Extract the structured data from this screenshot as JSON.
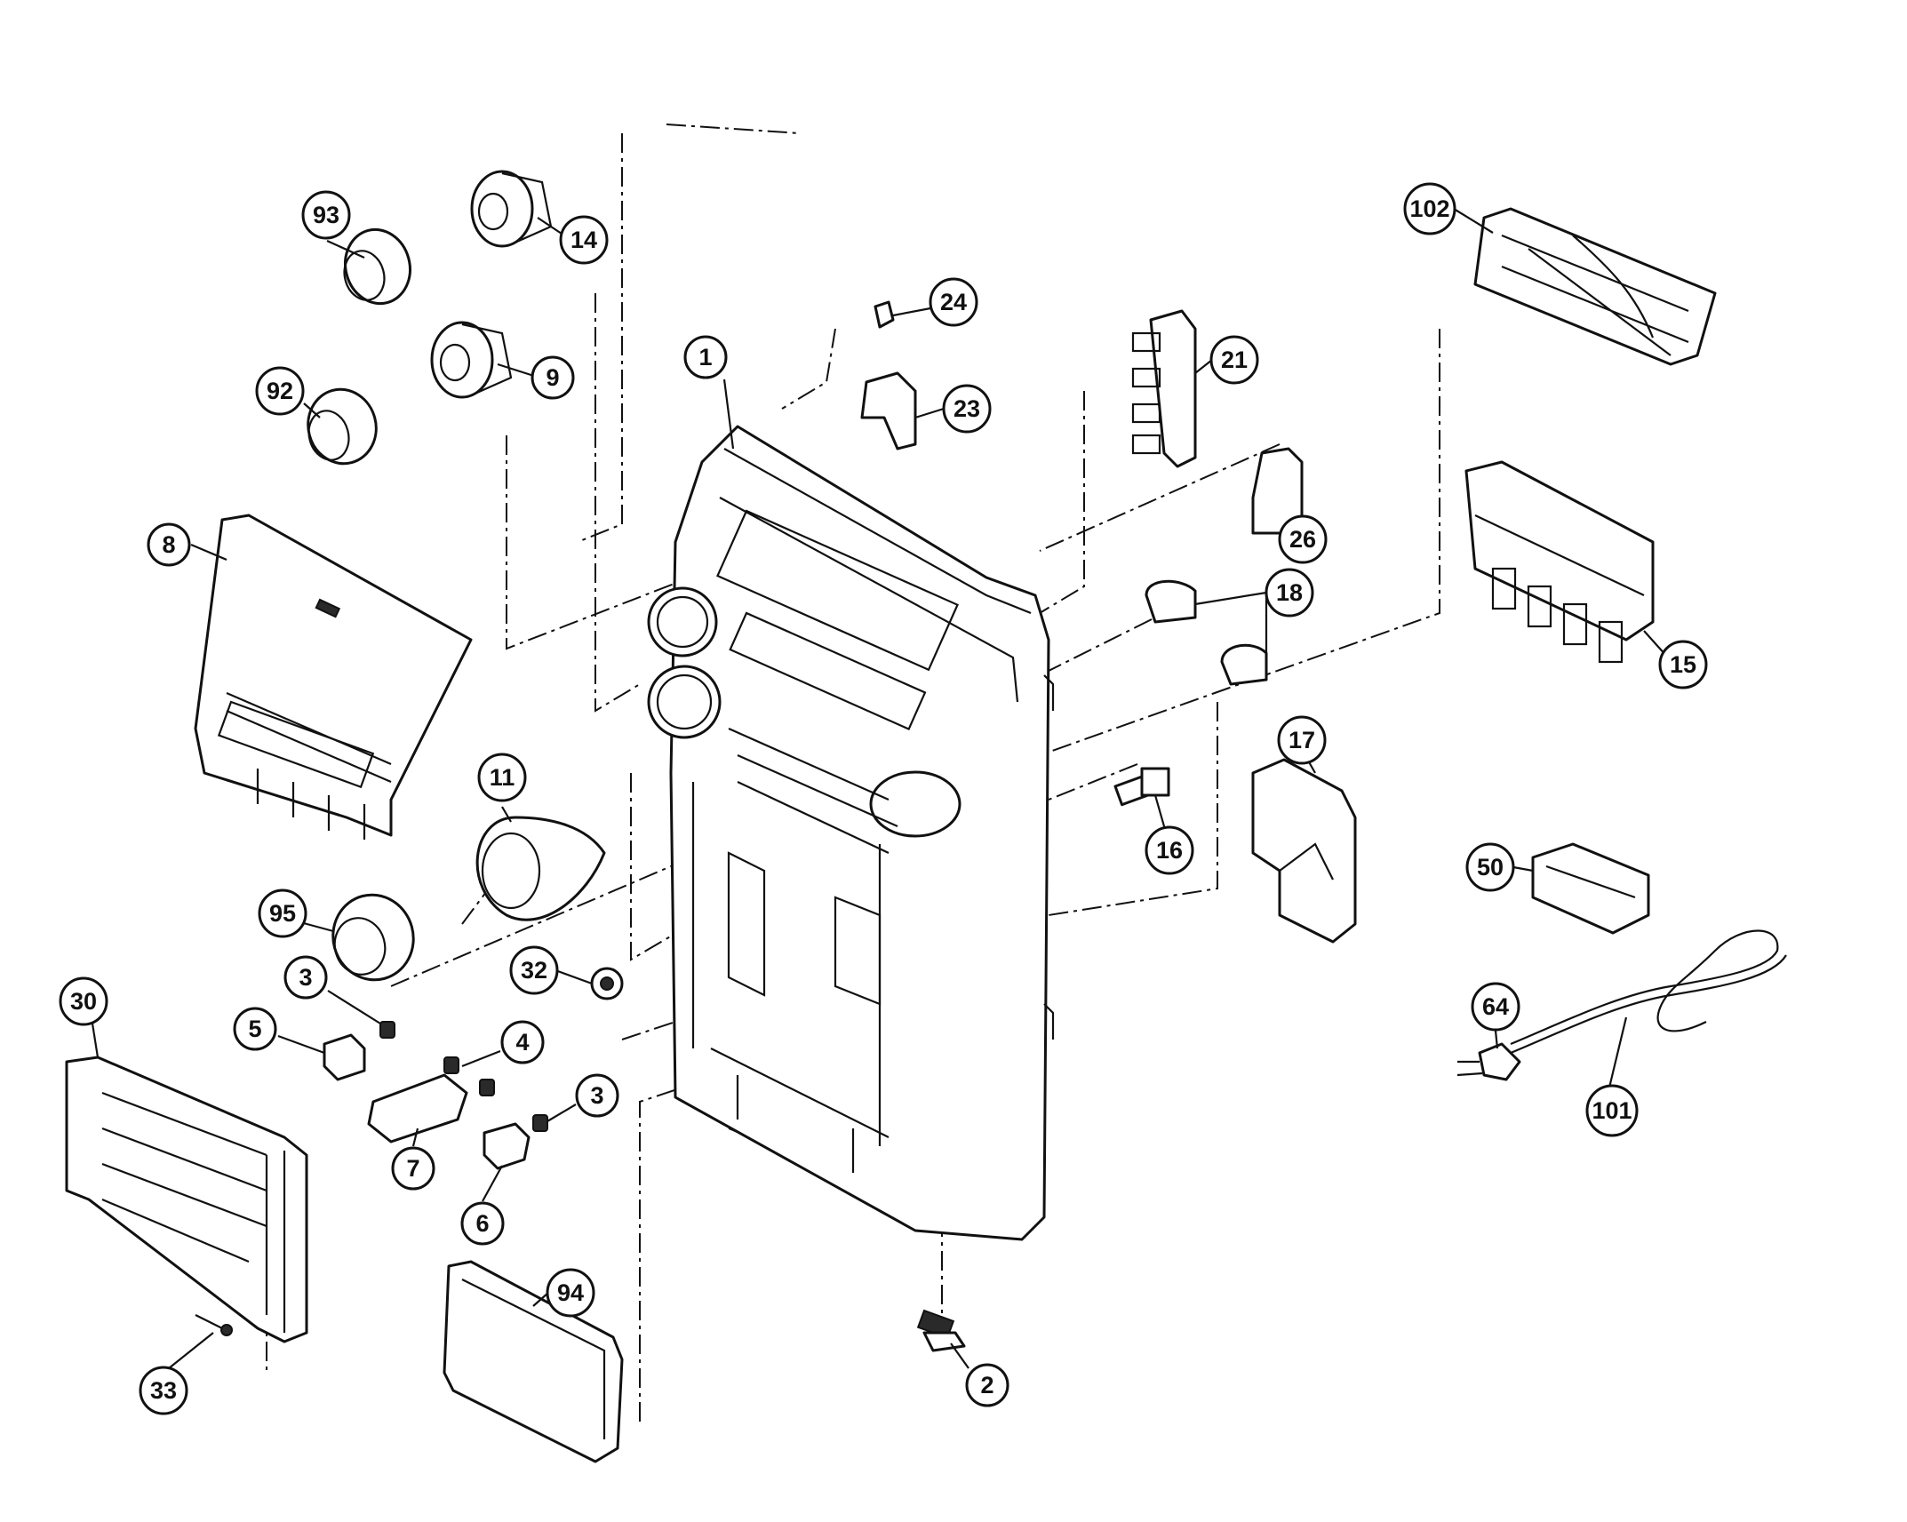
{
  "diagram": {
    "type": "exploded-parts-view",
    "callouts": [
      {
        "id": "c1",
        "label": "1"
      },
      {
        "id": "c2",
        "label": "2"
      },
      {
        "id": "c3a",
        "label": "3"
      },
      {
        "id": "c3b",
        "label": "3"
      },
      {
        "id": "c4",
        "label": "4"
      },
      {
        "id": "c5",
        "label": "5"
      },
      {
        "id": "c6",
        "label": "6"
      },
      {
        "id": "c7",
        "label": "7"
      },
      {
        "id": "c8",
        "label": "8"
      },
      {
        "id": "c9",
        "label": "9"
      },
      {
        "id": "c11",
        "label": "11"
      },
      {
        "id": "c14",
        "label": "14"
      },
      {
        "id": "c15",
        "label": "15"
      },
      {
        "id": "c16",
        "label": "16"
      },
      {
        "id": "c17",
        "label": "17"
      },
      {
        "id": "c18",
        "label": "18"
      },
      {
        "id": "c21",
        "label": "21"
      },
      {
        "id": "c23",
        "label": "23"
      },
      {
        "id": "c24",
        "label": "24"
      },
      {
        "id": "c26",
        "label": "26"
      },
      {
        "id": "c30",
        "label": "30"
      },
      {
        "id": "c32",
        "label": "32"
      },
      {
        "id": "c33",
        "label": "33"
      },
      {
        "id": "c50",
        "label": "50"
      },
      {
        "id": "c64",
        "label": "64"
      },
      {
        "id": "c92",
        "label": "92"
      },
      {
        "id": "c93",
        "label": "93"
      },
      {
        "id": "c94",
        "label": "94"
      },
      {
        "id": "c95",
        "label": "95"
      },
      {
        "id": "c101",
        "label": "101"
      },
      {
        "id": "c102",
        "label": "102"
      }
    ]
  }
}
